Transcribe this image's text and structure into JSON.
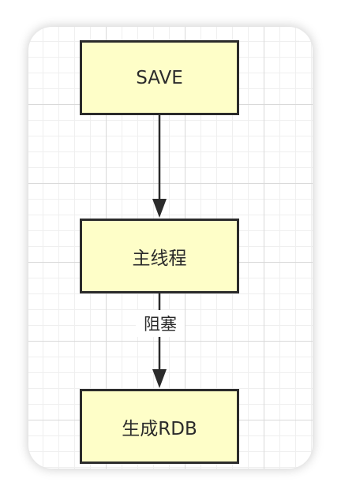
{
  "nodes": {
    "save": "SAVE",
    "main_thread": "主线程",
    "generate_rdb": "生成RDB"
  },
  "edges": {
    "blocking_label": "阻塞"
  },
  "colors": {
    "node_fill": "#fefec8",
    "stroke": "#2b2b2b"
  }
}
